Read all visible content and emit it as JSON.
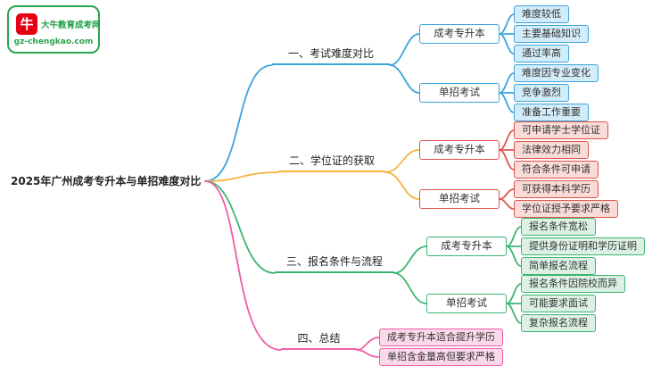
{
  "logo": {
    "title": "大牛教育成考网",
    "domain": "gz-chengkao.com",
    "icon_glyph": "牛"
  },
  "root": {
    "label": "2025年广州成考专升本与单招难度对比"
  },
  "colors": {
    "branch1": "#3aa5dc",
    "branch2_line": "#f6b33e",
    "branch2_node": "#e0544a",
    "branch3": "#3cb570",
    "branch4": "#ef5da8"
  },
  "branches": [
    {
      "label": "一、考试难度对比",
      "children": [
        {
          "label": "成考专升本",
          "leaves": [
            "难度较低",
            "主要基础知识",
            "通过率高"
          ]
        },
        {
          "label": "单招考试",
          "leaves": [
            "难度因专业变化",
            "竞争激烈",
            "准备工作重要"
          ]
        }
      ]
    },
    {
      "label": "二、学位证的获取",
      "children": [
        {
          "label": "成考专升本",
          "leaves": [
            "可申请学士学位证",
            "法律效力相同",
            "符合条件可申请"
          ]
        },
        {
          "label": "单招考试",
          "leaves": [
            "可获得本科学历",
            "学位证授予要求严格"
          ]
        }
      ]
    },
    {
      "label": "三、报名条件与流程",
      "children": [
        {
          "label": "成考专升本",
          "leaves": [
            "报名条件宽松",
            "提供身份证明和学历证明",
            "简单报名流程"
          ]
        },
        {
          "label": "单招考试",
          "leaves": [
            "报名条件因院校而异",
            "可能要求面试",
            "复杂报名流程"
          ]
        }
      ]
    },
    {
      "label": "四、总结",
      "children": [],
      "leaves": [
        "成考专升本适合提升学历",
        "单招含金量高但要求严格"
      ]
    }
  ]
}
